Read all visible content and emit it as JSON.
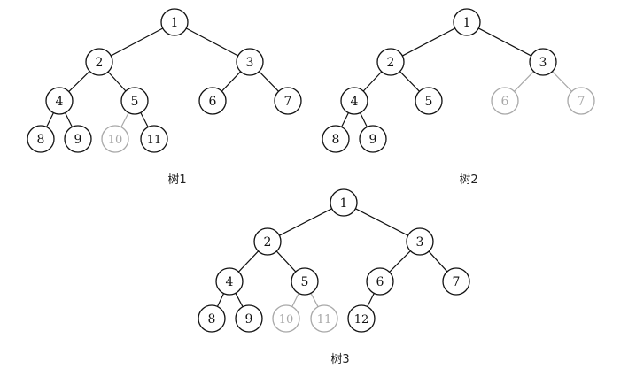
{
  "colors": {
    "normal": "#111111",
    "faded": "#a8a8a8"
  },
  "trees": [
    {
      "caption": "树1",
      "nodes": [
        {
          "label": "1",
          "faded": false
        },
        {
          "label": "2",
          "faded": false
        },
        {
          "label": "3",
          "faded": false
        },
        {
          "label": "4",
          "faded": false
        },
        {
          "label": "5",
          "faded": false
        },
        {
          "label": "6",
          "faded": false
        },
        {
          "label": "7",
          "faded": false
        },
        {
          "label": "8",
          "faded": false
        },
        {
          "label": "9",
          "faded": false
        },
        {
          "label": "10",
          "faded": true
        },
        {
          "label": "11",
          "faded": false
        }
      ]
    },
    {
      "caption": "树2",
      "nodes": [
        {
          "label": "1",
          "faded": false
        },
        {
          "label": "2",
          "faded": false
        },
        {
          "label": "3",
          "faded": false
        },
        {
          "label": "4",
          "faded": false
        },
        {
          "label": "5",
          "faded": false
        },
        {
          "label": "6",
          "faded": true
        },
        {
          "label": "7",
          "faded": true
        },
        {
          "label": "8",
          "faded": false
        },
        {
          "label": "9",
          "faded": false
        }
      ]
    },
    {
      "caption": "树3",
      "nodes": [
        {
          "label": "1",
          "faded": false
        },
        {
          "label": "2",
          "faded": false
        },
        {
          "label": "3",
          "faded": false
        },
        {
          "label": "4",
          "faded": false
        },
        {
          "label": "5",
          "faded": false
        },
        {
          "label": "6",
          "faded": false
        },
        {
          "label": "7",
          "faded": false
        },
        {
          "label": "8",
          "faded": false
        },
        {
          "label": "9",
          "faded": false
        },
        {
          "label": "10",
          "faded": true
        },
        {
          "label": "11",
          "faded": true
        },
        {
          "label": "12",
          "faded": false
        }
      ]
    }
  ]
}
